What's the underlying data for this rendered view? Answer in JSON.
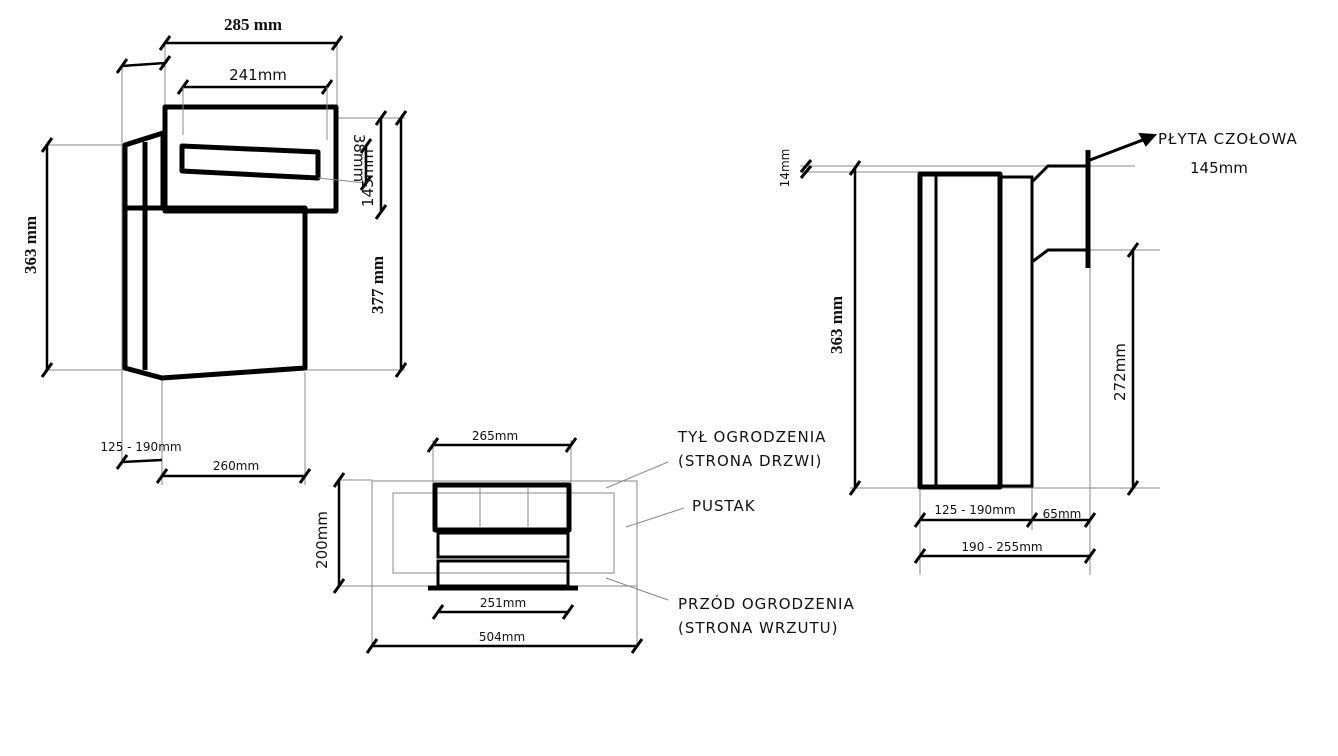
{
  "front_view": {
    "width_outer": "285 mm",
    "width_slot_panel": "241mm",
    "slot_height": "38mm",
    "panel_height": "145mm",
    "height_left": "363 mm",
    "height_right": "377 mm",
    "depth_range": "125 - 190mm",
    "bottom_width": "260mm"
  },
  "plan_view": {
    "top_width": "265mm",
    "height": "200mm",
    "inner_width": "251mm",
    "outer_width": "504mm",
    "label_back_line1": "TYŁ OGRODZENIA",
    "label_back_line2": "(STRONA DRZWI)",
    "label_block": "PUSTAK",
    "label_front_line1": "PRZÓD OGRODZENIA",
    "label_front_line2": "(STRONA WRZUTU)"
  },
  "side_view": {
    "plate_label": "PŁYTA CZOŁOWA",
    "plate_height": "145mm",
    "top_gap": "14mm",
    "height": "363 mm",
    "lower_height": "272mm",
    "depth_range": "125 - 190mm",
    "plate_depth": "65mm",
    "total_depth": "190 - 255mm"
  }
}
